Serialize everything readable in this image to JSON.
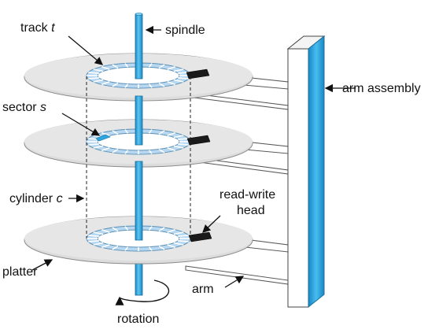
{
  "labels": {
    "track": "track",
    "track_var": "t",
    "spindle": "spindle",
    "arm_assembly": "arm assembly",
    "sector": "sector",
    "sector_var": "s",
    "cylinder": "cylinder",
    "cylinder_var": "c",
    "read_write": "read-write",
    "head": "head",
    "platter": "platter",
    "arm": "arm",
    "rotation": "rotation"
  },
  "colors": {
    "platter_fill": "#e3e3e3",
    "platter_edge": "#888888",
    "track_ring": "#b7d8f0",
    "sector_highlight": "#2aa7e0",
    "spindle": "#2aa7e0",
    "assembly_face": "#ffffff",
    "assembly_stripe": "#2aa7e0",
    "head": "#1a1a1a"
  }
}
